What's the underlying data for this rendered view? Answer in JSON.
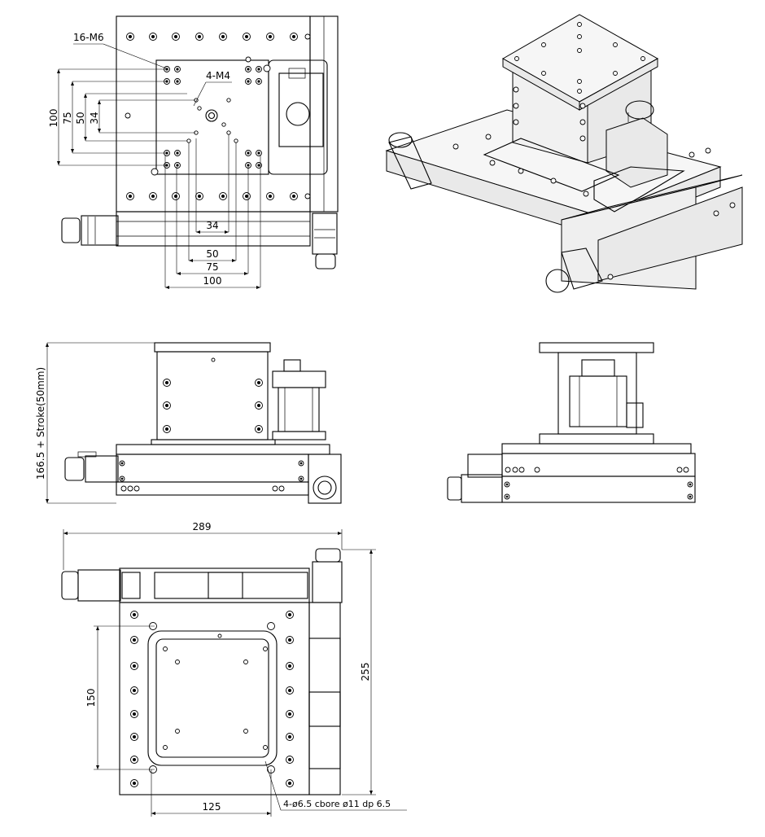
{
  "top_view": {
    "callouts": {
      "tapped_holes_outer": "16-M6",
      "tapped_holes_inner": "4-M4"
    },
    "vertical_dims": [
      "100",
      "75",
      "50",
      "34"
    ],
    "horizontal_dims": [
      "34",
      "50",
      "75",
      "100"
    ]
  },
  "front_view": {
    "height_dim": "166.5 + Stroke(50mm)"
  },
  "bottom_view": {
    "width_dim": "289",
    "depth_dim": "255",
    "pitch_vertical_dim": "150",
    "pitch_horizontal_dim": "125",
    "mount_callout": "4-ø6.5 cbore ø11 dp 6.5"
  },
  "views": [
    "top-view",
    "isometric-view",
    "front-view",
    "side-view",
    "bottom-view"
  ]
}
